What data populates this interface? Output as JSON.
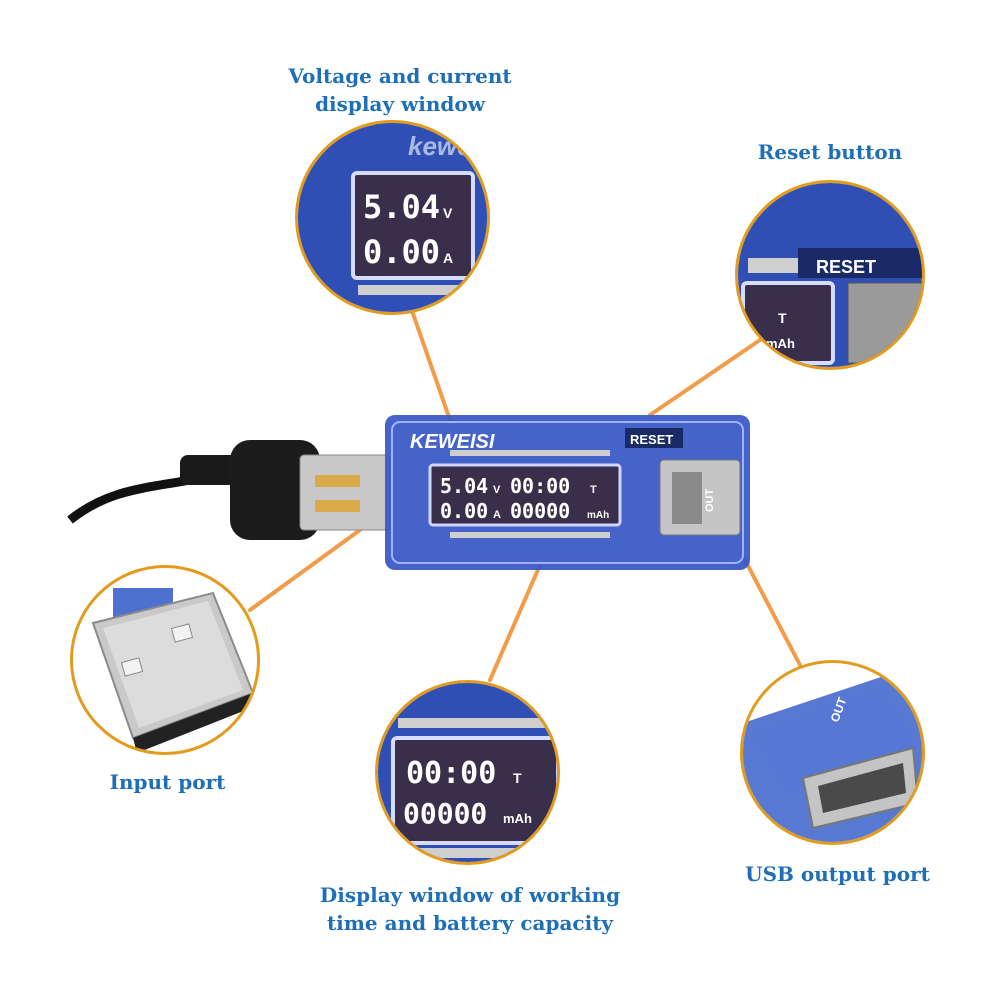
{
  "labels": {
    "voltage_current": [
      "Voltage and current",
      "display window"
    ],
    "reset": "Reset button",
    "input_port": "Input port",
    "display_time": [
      "Display window of working",
      "time and battery capacity"
    ],
    "usb_output": "USB output port"
  },
  "device": {
    "brand": "KEWEISI",
    "reset_text": "RESET",
    "out_text": "OUT",
    "voltage": "5.04",
    "voltage_unit": "V",
    "current": "0.00",
    "current_unit": "A",
    "time": "00:00",
    "time_unit": "T",
    "capacity": "00000",
    "capacity_unit": "mAh"
  },
  "colors": {
    "label": "#1f6fb8",
    "circle_border": "#e29b1d",
    "leader": "#f08a2a",
    "device_body": "#2f4fb5"
  }
}
